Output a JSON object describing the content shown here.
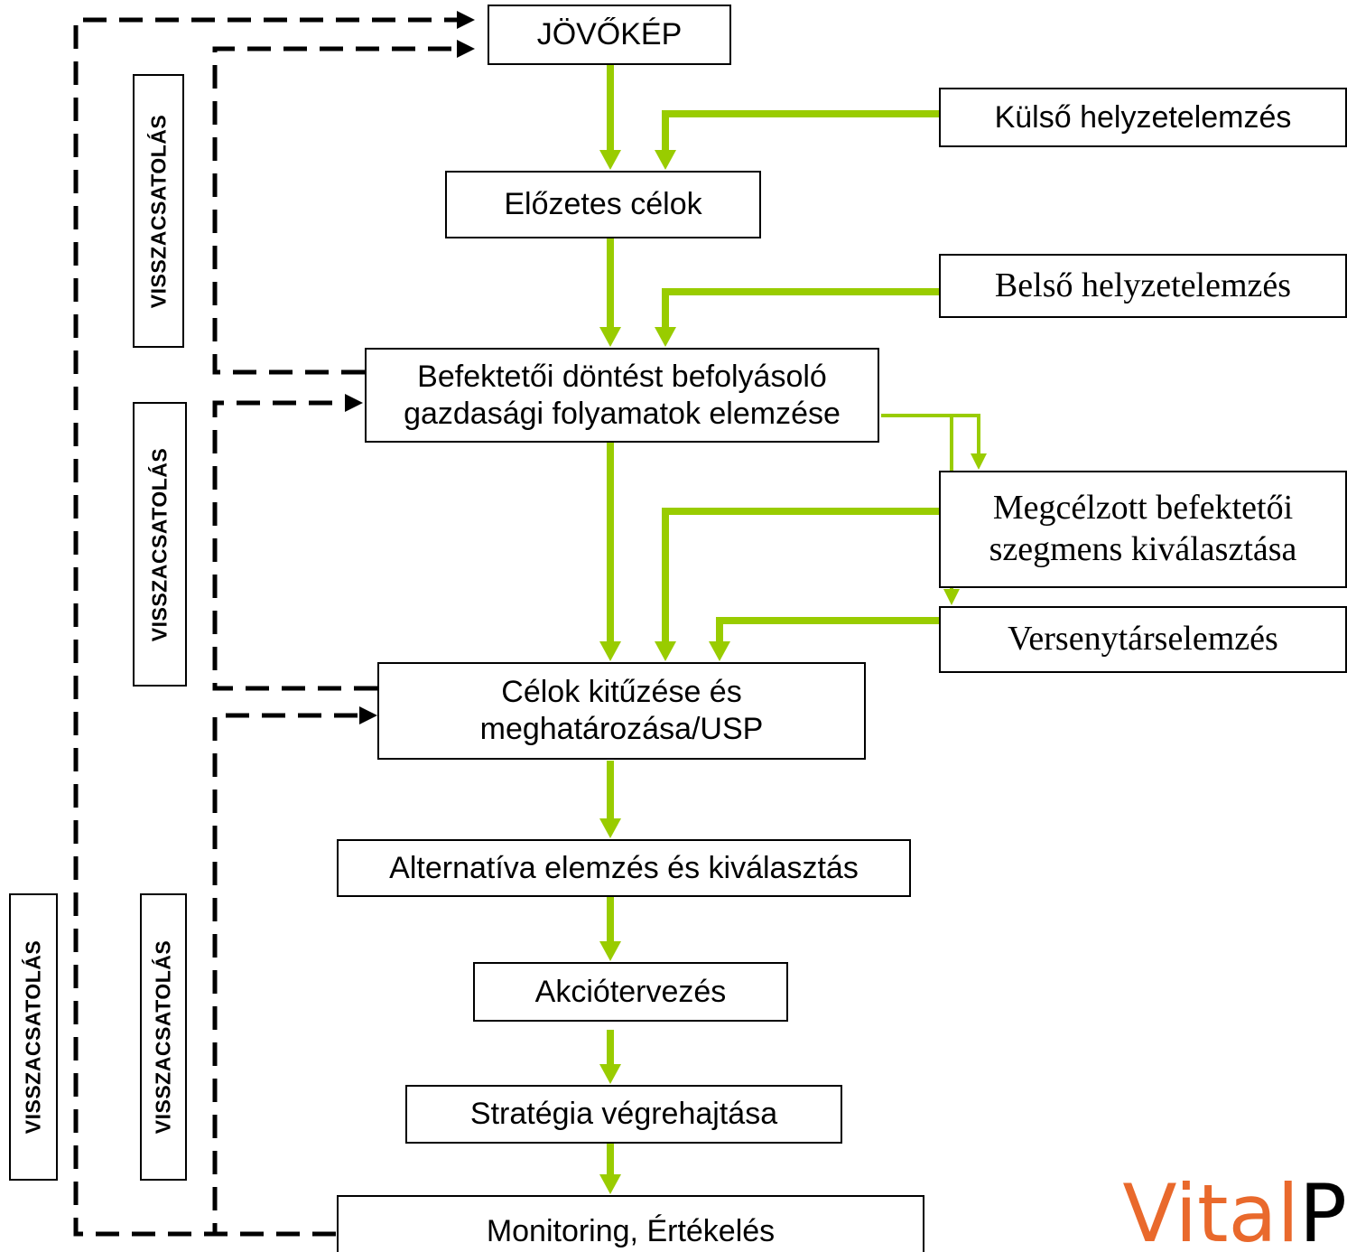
{
  "boxes": {
    "jovokep": "JÖVŐKÉP",
    "elozetes": "Előzetes célok",
    "kulso": "Külső helyzetelemzés",
    "belso": "Belső helyzetelemzés",
    "befektetoi": "Befektetői döntést befolyásoló gazdasági folyamatok elemzése",
    "megcelzott": "Megcélzott befektetői szegmens kiválasztása",
    "versenytars": "Versenytárselemzés",
    "celok": "Célok kitűzése és meghatározása/USP",
    "alternativa": "Alternatíva elemzés és kiválasztás",
    "akcio": "Akciótervezés",
    "strategia": "Stratégia végrehajtása",
    "monitoring": "Monitoring, Értékelés"
  },
  "feedback_label": "VISSZACSATOLÁS",
  "logo": {
    "main": "Vital",
    "tail": "P"
  },
  "colors": {
    "flow_arrow": "#99cc00",
    "feedback_line": "#000000",
    "logo_orange": "#e9692c"
  }
}
